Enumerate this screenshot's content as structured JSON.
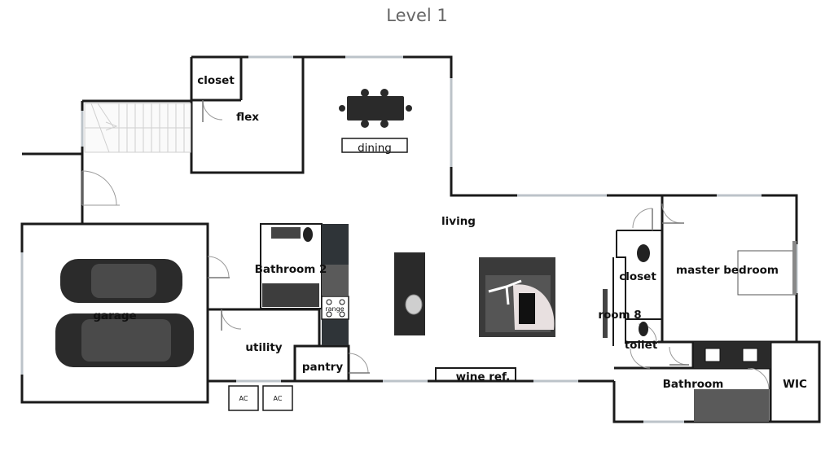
{
  "title": "Level 1",
  "rooms": {
    "closet_top": "closet",
    "flex": "flex",
    "dining": "dining",
    "living": "living",
    "garage": "garage",
    "bathroom2": "Bathroom 2",
    "range": "range",
    "utility": "utility",
    "pantry": "pantry",
    "wine_ref": "wine ref.",
    "closet_master": "closet",
    "master_bedroom": "master bedroom",
    "room8": "room 8",
    "toilet": "toilet",
    "bathroom": "Bathroom",
    "wic": "WIC",
    "ac1": "AC",
    "ac2": "AC"
  },
  "colors": {
    "wall": "#1a1a1a",
    "window": "#bcc3c9",
    "title": "#666666"
  }
}
